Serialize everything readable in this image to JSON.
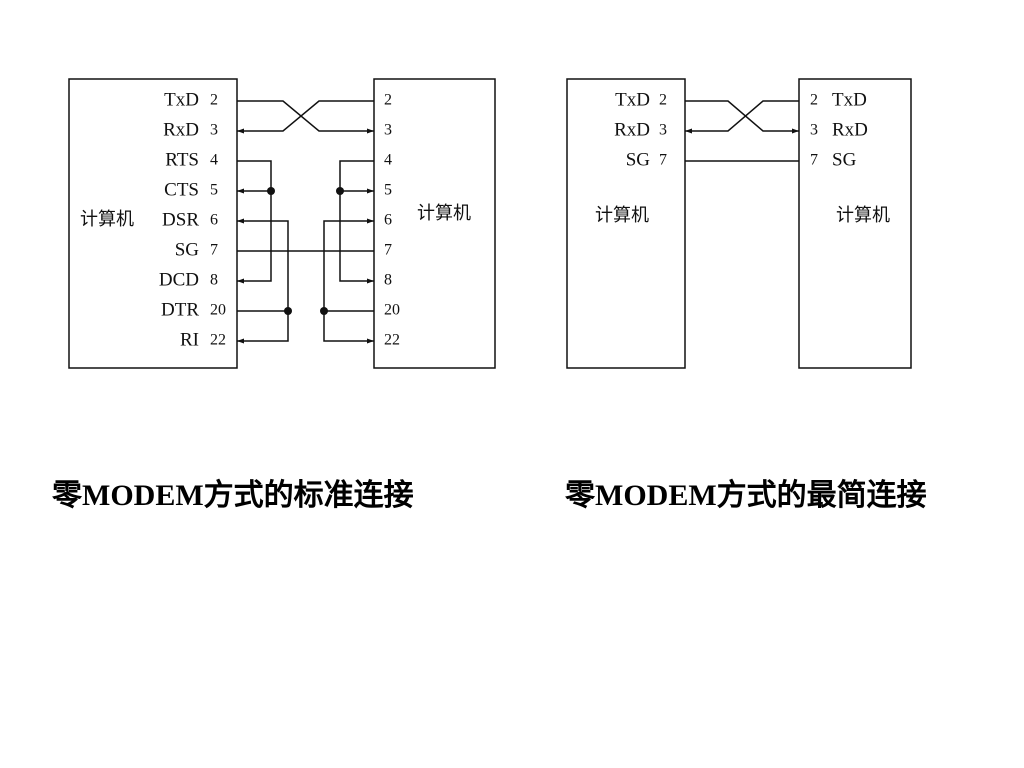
{
  "colors": {
    "ink": "#111111",
    "background": "#ffffff"
  },
  "standard": {
    "left_computer": "计算机",
    "right_computer": "计算机",
    "signals": [
      "TxD",
      "RxD",
      "RTS",
      "CTS",
      "DSR",
      "SG",
      "DCD",
      "DTR",
      "RI"
    ],
    "left_pins": [
      "2",
      "3",
      "4",
      "5",
      "6",
      "7",
      "8",
      "20",
      "22"
    ],
    "right_pins": [
      "2",
      "3",
      "4",
      "5",
      "6",
      "7",
      "8",
      "20",
      "22"
    ],
    "caption": "零MODEM方式的标准连接"
  },
  "simplest": {
    "left_computer": "计算机",
    "right_computer": "计算机",
    "left_signals": [
      "TxD",
      "RxD",
      "SG"
    ],
    "left_pins": [
      "2",
      "3",
      "7"
    ],
    "right_pins": [
      "2",
      "3",
      "7"
    ],
    "right_signals": [
      "TxD",
      "RxD",
      "SG"
    ],
    "caption": "零MODEM方式的最简连接"
  }
}
